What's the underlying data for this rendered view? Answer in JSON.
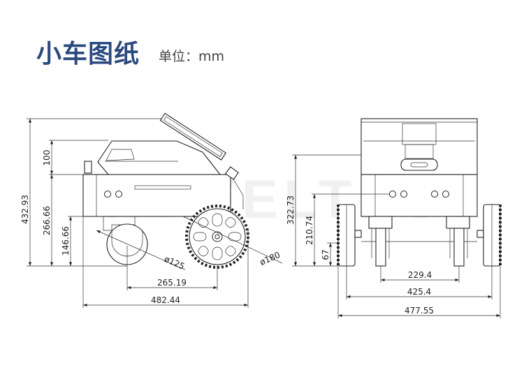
{
  "header": {
    "title": "小车图纸",
    "unit": "单位：mm"
  },
  "watermark": "WHEELTEC",
  "side_view": {
    "dims": {
      "total_height": "432.93",
      "top_height": "100",
      "body_height": "266.66",
      "chassis_height": "146.66",
      "caster_diameter": "ø125",
      "wheel_diameter": "ø180",
      "wheelbase": "265.19",
      "total_length": "482.44"
    }
  },
  "front_view": {
    "dims": {
      "height": "322.73",
      "mid_height": "210.74",
      "axle_height": "67",
      "caster_track": "229.4",
      "wheel_track": "425.4",
      "total_width": "477.55"
    }
  }
}
